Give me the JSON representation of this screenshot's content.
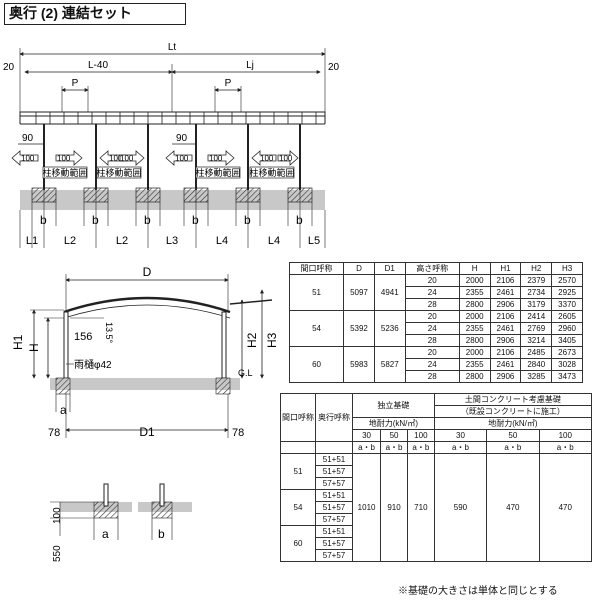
{
  "title": "奥行 (2) 連結セット",
  "top_view": {
    "Lt": "Lt",
    "L40": "L-40",
    "Lj": "Lj",
    "edge_left": "20",
    "edge_right": "20",
    "P": "P",
    "d90": "90",
    "d100": "100",
    "pillar_range": "柱移動範囲",
    "b": "b",
    "L_labels": [
      "L1",
      "L2",
      "L2",
      "L3",
      "L4",
      "L4",
      "L5"
    ]
  },
  "section": {
    "D": "D",
    "D1": "D1",
    "H1": "H1",
    "H": "H",
    "H2": "H2",
    "H3": "H3",
    "v156": "156",
    "angle": "13.5°",
    "gutter": "雨樋φ42",
    "gl": "G.L",
    "a": "a",
    "d78": "78"
  },
  "foundation": {
    "d100": "100",
    "d550": "550",
    "a": "a",
    "b": "b"
  },
  "table1": {
    "headers": [
      "間口呼称",
      "D",
      "D1",
      "高さ呼称",
      "H",
      "H1",
      "H2",
      "H3"
    ],
    "groups": [
      {
        "name": "51",
        "D": "5097",
        "D1": "4941",
        "rows": [
          [
            "20",
            "2000",
            "2106",
            "2379",
            "2570"
          ],
          [
            "24",
            "2355",
            "2461",
            "2734",
            "2925"
          ],
          [
            "28",
            "2800",
            "2906",
            "3179",
            "3370"
          ]
        ]
      },
      {
        "name": "54",
        "D": "5392",
        "D1": "5236",
        "rows": [
          [
            "20",
            "2000",
            "2106",
            "2414",
            "2605"
          ],
          [
            "24",
            "2355",
            "2461",
            "2769",
            "2960"
          ],
          [
            "28",
            "2800",
            "2906",
            "3214",
            "3405"
          ]
        ]
      },
      {
        "name": "60",
        "D": "5983",
        "D1": "5827",
        "rows": [
          [
            "20",
            "2000",
            "2106",
            "2485",
            "2673"
          ],
          [
            "24",
            "2355",
            "2461",
            "2840",
            "3028"
          ],
          [
            "28",
            "2800",
            "2906",
            "3285",
            "3473"
          ]
        ]
      }
    ]
  },
  "table2": {
    "h_frontage": "間口呼称",
    "h_depth": "奥行呼称",
    "h_indep": "独立基礎",
    "h_soil1": "土間コンクリート考慮基礎",
    "h_soil2": "（既設コンクリートに施工）",
    "h_bearing": "地耐力(kN/㎡)",
    "bearings": [
      "30",
      "50",
      "100",
      "30",
      "50",
      "100"
    ],
    "ab": "a・b",
    "groups": [
      {
        "name": "51",
        "depths": [
          "51+51",
          "51+57",
          "57+57"
        ]
      },
      {
        "name": "54",
        "depths": [
          "51+51",
          "51+57",
          "57+57"
        ]
      },
      {
        "name": "60",
        "depths": [
          "51+51",
          "51+57",
          "57+57"
        ]
      }
    ],
    "values": [
      "1010",
      "910",
      "710",
      "590",
      "470",
      "470"
    ]
  },
  "note": "※基礎の大きさは単体と同じとする"
}
